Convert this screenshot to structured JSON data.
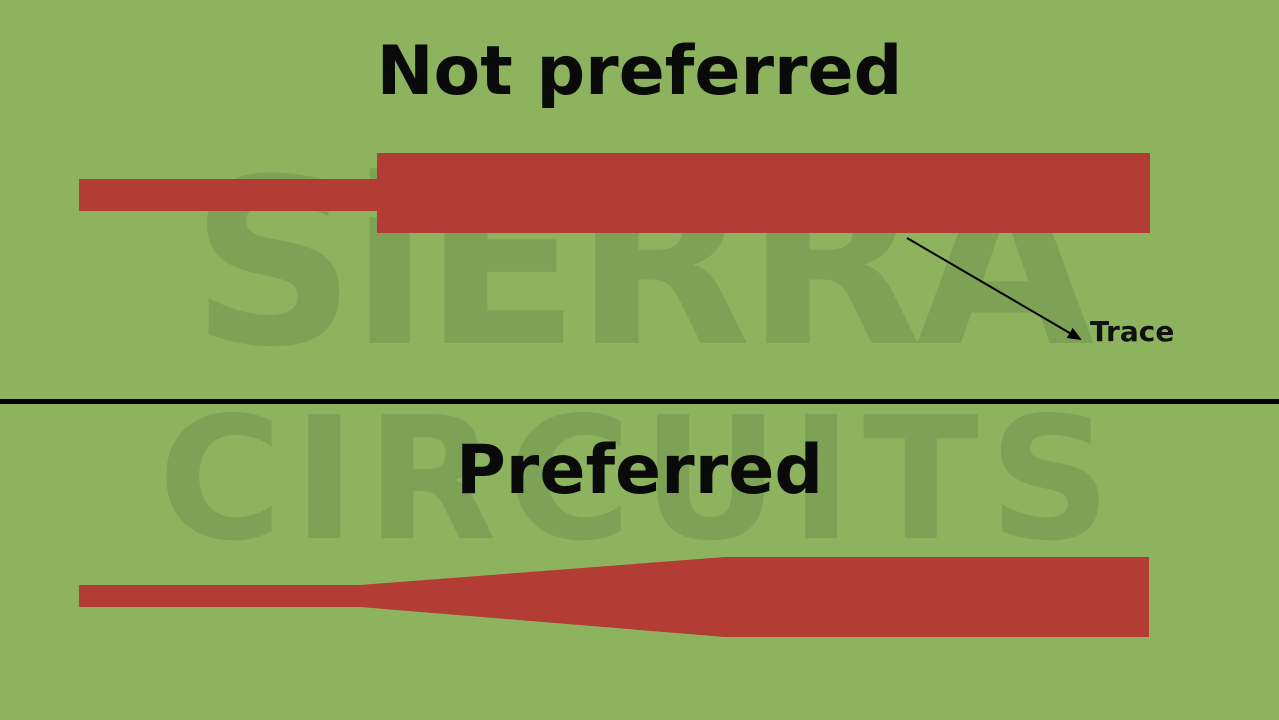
{
  "titles": {
    "top": "Not preferred",
    "bottom": "Preferred"
  },
  "annotation": {
    "trace_label": "Trace"
  },
  "watermark": {
    "line1": "SiERRA",
    "line2": "CIRCUITS",
    "color": "#4d6b3a"
  },
  "colors": {
    "background": "#8db35e",
    "trace": "#b33c34",
    "divider": "#000000",
    "text": "#0a0a0a"
  }
}
